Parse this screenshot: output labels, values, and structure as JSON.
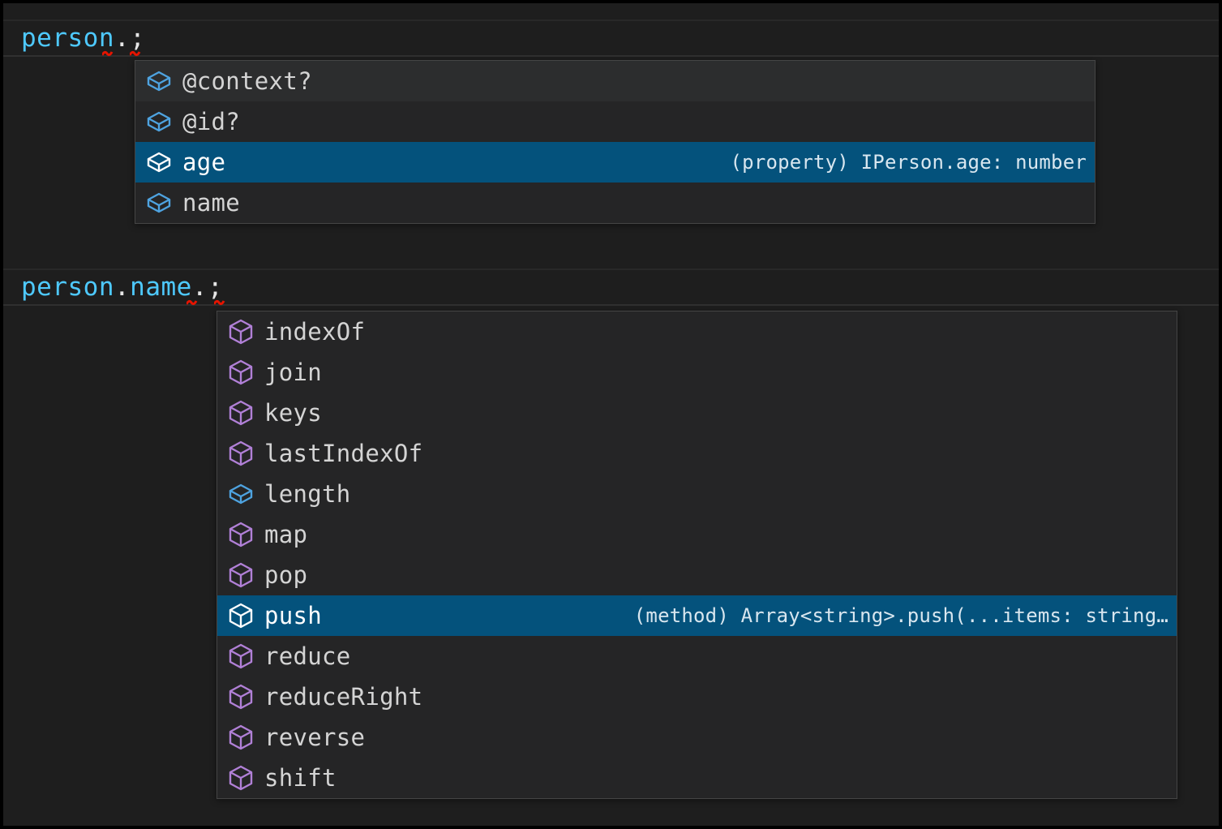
{
  "editor": {
    "background": "#1e1e1e",
    "lines": [
      {
        "id": "line-1",
        "segments": [
          {
            "text": "person",
            "kind": "identifier"
          },
          {
            "text": ".",
            "kind": "punctuation"
          },
          {
            "text": ";",
            "kind": "punctuation"
          }
        ],
        "plain": "person.;"
      },
      {
        "id": "line-2",
        "segments": [
          {
            "text": "person",
            "kind": "identifier"
          },
          {
            "text": ".",
            "kind": "punctuation"
          },
          {
            "text": "name",
            "kind": "identifier"
          },
          {
            "text": ".",
            "kind": "punctuation"
          },
          {
            "text": ";",
            "kind": "punctuation"
          }
        ],
        "plain": "person.name.;"
      }
    ],
    "colors": {
      "identifier": "#4ec9ff",
      "punctuation": "#e6e6e6",
      "error_squiggle": "#e51400",
      "selection": "#04527c"
    }
  },
  "suggest_widgets": [
    {
      "name": "property-suggestions",
      "trigger_line": "person.;",
      "items": [
        {
          "label": "@context?",
          "icon": "property-cube-icon",
          "icon_kind": "property",
          "detail": "",
          "selected": false,
          "focused": true
        },
        {
          "label": "@id?",
          "icon": "property-cube-icon",
          "icon_kind": "property",
          "detail": "",
          "selected": false,
          "focused": false
        },
        {
          "label": "age",
          "icon": "property-cube-icon",
          "icon_kind": "property",
          "detail": "(property) IPerson.age: number",
          "selected": true,
          "focused": false
        },
        {
          "label": "name",
          "icon": "property-cube-icon",
          "icon_kind": "property",
          "detail": "",
          "selected": false,
          "focused": false
        }
      ]
    },
    {
      "name": "method-suggestions",
      "trigger_line": "person.name.;",
      "items": [
        {
          "label": "indexOf",
          "icon": "method-cube-icon",
          "icon_kind": "method",
          "detail": "",
          "selected": false
        },
        {
          "label": "join",
          "icon": "method-cube-icon",
          "icon_kind": "method",
          "detail": "",
          "selected": false
        },
        {
          "label": "keys",
          "icon": "method-cube-icon",
          "icon_kind": "method",
          "detail": "",
          "selected": false
        },
        {
          "label": "lastIndexOf",
          "icon": "method-cube-icon",
          "icon_kind": "method",
          "detail": "",
          "selected": false
        },
        {
          "label": "length",
          "icon": "property-cube-icon",
          "icon_kind": "property",
          "detail": "",
          "selected": false
        },
        {
          "label": "map",
          "icon": "method-cube-icon",
          "icon_kind": "method",
          "detail": "",
          "selected": false
        },
        {
          "label": "pop",
          "icon": "method-cube-icon",
          "icon_kind": "method",
          "detail": "",
          "selected": false
        },
        {
          "label": "push",
          "icon": "method-cube-icon",
          "icon_kind": "method",
          "detail": "(method) Array<string>.push(...items: string…",
          "selected": true
        },
        {
          "label": "reduce",
          "icon": "method-cube-icon",
          "icon_kind": "method",
          "detail": "",
          "selected": false
        },
        {
          "label": "reduceRight",
          "icon": "method-cube-icon",
          "icon_kind": "method",
          "detail": "",
          "selected": false
        },
        {
          "label": "reverse",
          "icon": "method-cube-icon",
          "icon_kind": "method",
          "detail": "",
          "selected": false
        },
        {
          "label": "shift",
          "icon": "method-cube-icon",
          "icon_kind": "method",
          "detail": "",
          "selected": false
        }
      ]
    }
  ],
  "icon_colors": {
    "property": "#4ea3e0",
    "method": "#b180d7",
    "selected": "#ffffff"
  }
}
